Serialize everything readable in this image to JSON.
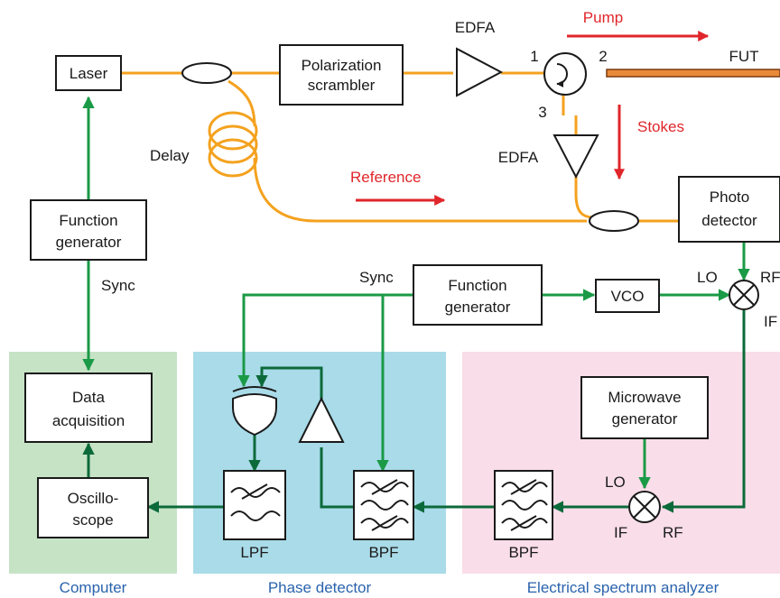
{
  "nodes": {
    "laser": "Laser",
    "polarization_scrambler": [
      "Polarization",
      "scrambler"
    ],
    "edfa_top": "EDFA",
    "edfa_mid": "EDFA",
    "circulator_ports": [
      "1",
      "2",
      "3"
    ],
    "fut": "FUT",
    "pump": "Pump",
    "stokes": "Stokes",
    "delay": "Delay",
    "reference": "Reference",
    "photodetector": [
      "Photo",
      "detector"
    ],
    "function_generator_left": [
      "Function",
      "generator"
    ],
    "sync_left": "Sync",
    "sync_mid": "Sync",
    "function_generator_mid": [
      "Function",
      "generator"
    ],
    "vco": "VCO",
    "mixer_top_ports": [
      "LO",
      "RF",
      "IF"
    ],
    "data_acquisition": [
      "Data",
      "acquisition"
    ],
    "oscilloscope": [
      "Oscillo-",
      "scope"
    ],
    "lpf": "LPF",
    "bpf_phase": "BPF",
    "microwave_generator": [
      "Microwave",
      "generator"
    ],
    "mixer_bottom_ports": [
      "LO",
      "IF",
      "RF"
    ],
    "bpf_esa": "BPF"
  },
  "regions": {
    "computer": "Computer",
    "phase_detector": "Phase detector",
    "esa": "Electrical spectrum analyzer"
  },
  "colors": {
    "fiber": "#f4a21f",
    "signal": "#1a9a46",
    "signal_dark": "#0c6a3a",
    "annotation_red": "#e0262b",
    "region_label_blue": "#2a63ad",
    "computer_bg": "#c6e3c6",
    "phase_detector_bg": "#a9dbe9",
    "esa_bg": "#f9dde8"
  }
}
